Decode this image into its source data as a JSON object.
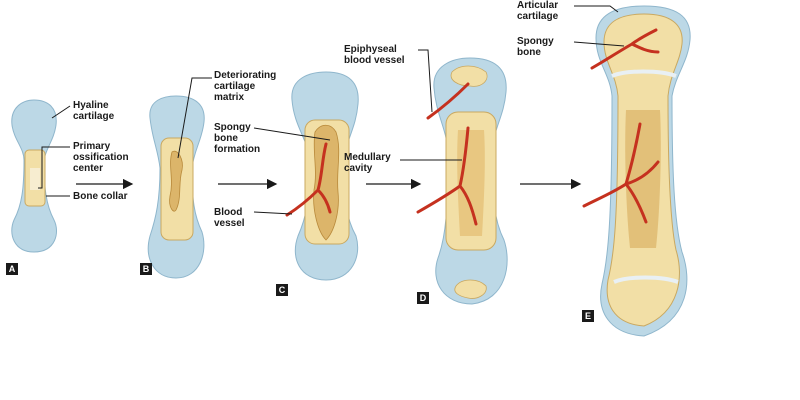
{
  "colors": {
    "cartilage": "#bcd8e6",
    "cartilage_edge": "#8fb6cc",
    "bone": "#f2dfa6",
    "bone_edge": "#c9a860",
    "spongy": "#dcb56a",
    "vessel": "#c5311f",
    "leader": "#1a1a1a"
  },
  "labels": {
    "hyaline": "Hyaline\ncartilage",
    "primary": "Primary\nossification\ncenter",
    "collar": "Bone collar",
    "deteriorating": "Deteriorating\ncartilage\nmatrix",
    "spongy_formation": "Spongy\nbone\nformation",
    "blood_vessel": "Blood\nvessel",
    "epiphyseal": "Epiphyseal\nblood vessel",
    "medullary": "Medullary\ncavity",
    "articular": "Articular\ncartilage",
    "spongy_bone": "Spongy\nbone"
  },
  "stages": [
    "A",
    "B",
    "C",
    "D",
    "E"
  ]
}
